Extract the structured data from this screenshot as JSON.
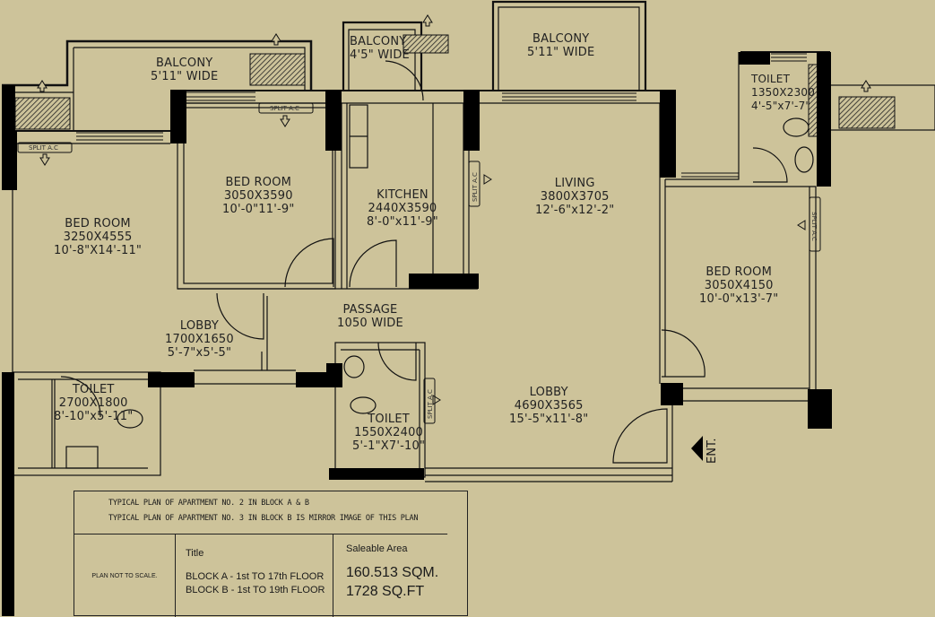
{
  "plan": {
    "background_color": "#cdc39a",
    "wall_color": "#000000",
    "rooms": [
      {
        "id": "balcony-1",
        "name": "BALCONY",
        "size": "5'11\" WIDE"
      },
      {
        "id": "balcony-2",
        "name": "BALCONY",
        "size": "4'5\" WIDE"
      },
      {
        "id": "balcony-3",
        "name": "BALCONY",
        "size": "5'11\" WIDE"
      },
      {
        "id": "toilet-1",
        "name": "TOILET",
        "metric": "1350X2300",
        "imperial": "4'-5\"x7'-7\""
      },
      {
        "id": "bedroom-1",
        "name": "BED ROOM",
        "metric": "3250X4555",
        "imperial": "10'-8\"X14'-11\""
      },
      {
        "id": "bedroom-2",
        "name": "BED ROOM",
        "metric": "3050X3590",
        "imperial": "10'-0\"11'-9\""
      },
      {
        "id": "kitchen",
        "name": "KITCHEN",
        "metric": "2440X3590",
        "imperial": "8'-0\"x11'-9\""
      },
      {
        "id": "living",
        "name": "LIVING",
        "metric": "3800X3705",
        "imperial": "12'-6\"x12'-2\""
      },
      {
        "id": "bedroom-3",
        "name": "BED ROOM",
        "metric": "3050X4150",
        "imperial": "10'-0\"x13'-7\""
      },
      {
        "id": "passage",
        "name": "PASSAGE",
        "size": "1050 WIDE"
      },
      {
        "id": "lobby-1",
        "name": "LOBBY",
        "metric": "1700X1650",
        "imperial": "5'-7\"x5'-5\""
      },
      {
        "id": "toilet-2",
        "name": "TOILET",
        "metric": "2700X1800",
        "imperial": "8'-10\"x5'-11\""
      },
      {
        "id": "toilet-3",
        "name": "TOILET",
        "metric": "1550X2400",
        "imperial": "5'-1\"X7'-10\""
      },
      {
        "id": "lobby-2",
        "name": "LOBBY",
        "metric": "4690X3565",
        "imperial": "15'-5\"x11'-8\""
      }
    ],
    "split_ac_label": "SPLIT A.C",
    "entrance_label": "ENT."
  },
  "legend": {
    "note_line_1": "TYPICAL PLAN OF APARTMENT NO. 2 IN BLOCK A & B",
    "note_line_2": "TYPICAL PLAN OF APARTMENT NO. 3 IN BLOCK B IS MIRROR IMAGE OF THIS PLAN",
    "scale_note": "PLAN NOT TO SCALE.",
    "title_label": "Title",
    "block_a": "BLOCK A - 1st TO 17th FLOOR",
    "block_b": "BLOCK B - 1st TO 19th FLOOR",
    "saleable_label": "Saleable Area",
    "area_sqm": "160.513 SQM.",
    "area_sqft": "1728 SQ.FT"
  }
}
